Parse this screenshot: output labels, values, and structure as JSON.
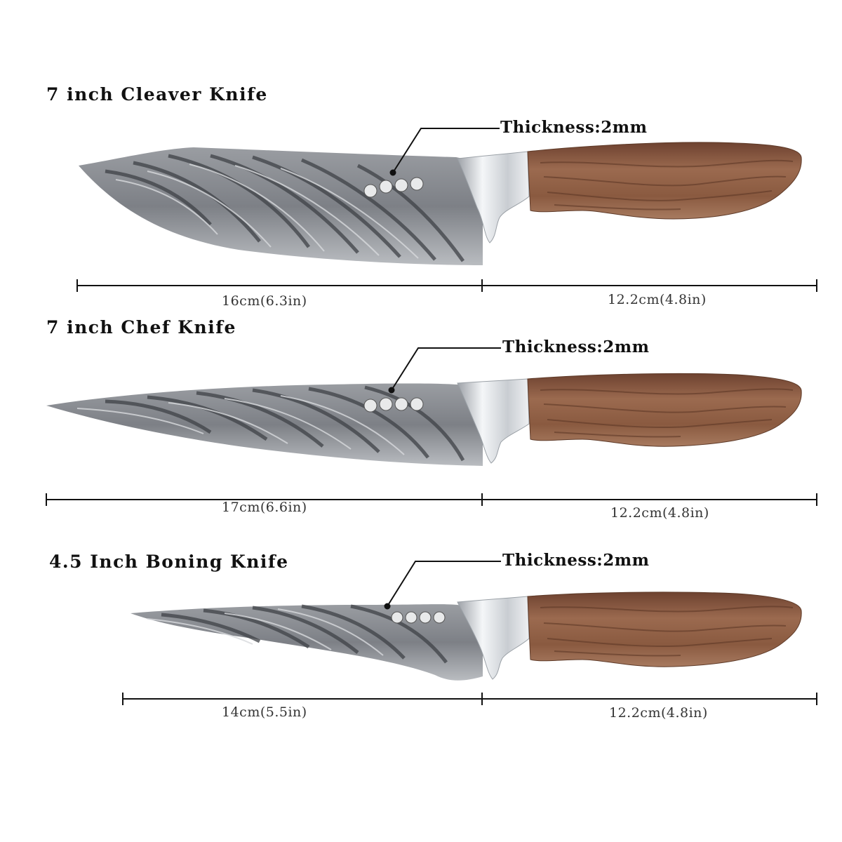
{
  "colors": {
    "background": "#ffffff",
    "text": "#111111",
    "blade": "#8c8f94",
    "blade_dark": "#3c3f44",
    "bolster": "#dfe2e6",
    "handle": "#8a5a40",
    "handle_dark": "#5e3a28"
  },
  "knives": [
    {
      "title": "7 inch Cleaver Knife",
      "thickness": "Thickness:2mm",
      "blade_length": "16cm(6.3in)",
      "handle_length": "12.2cm(4.8in)"
    },
    {
      "title": "7 inch Chef Knife",
      "thickness": "Thickness:2mm",
      "blade_length": "17cm(6.6in)",
      "handle_length": "12.2cm(4.8in)"
    },
    {
      "title": "4.5 Inch Boning Knife",
      "thickness": "Thickness:2mm",
      "blade_length": "14cm(5.5in)",
      "handle_length": "12.2cm(4.8in)"
    }
  ]
}
